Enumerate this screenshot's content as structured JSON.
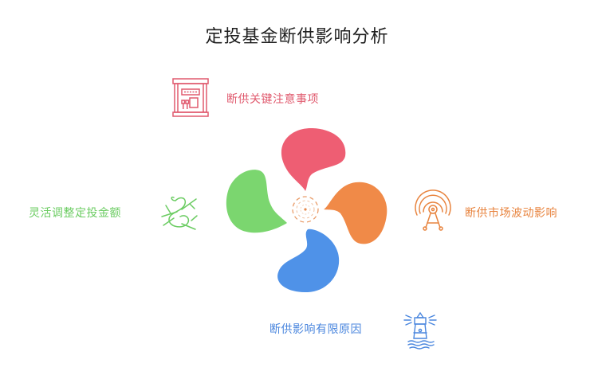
{
  "title": "定投基金断供影响分析",
  "center": {
    "icon": "dashed-target-icon",
    "color": "#e58a4d"
  },
  "items": [
    {
      "label": "断供关键注意事项",
      "icon": "building-icon",
      "color": "#e05a6e",
      "petal_color": "#ee5e73",
      "position": "top"
    },
    {
      "label": "断供市场波动影响",
      "icon": "broadcast-tower-icon",
      "color": "#e8843f",
      "petal_color": "#f08a48",
      "position": "right"
    },
    {
      "label": "断供影响有限原因",
      "icon": "lighthouse-icon",
      "color": "#4a86de",
      "petal_color": "#4f92e8",
      "position": "bottom"
    },
    {
      "label": "灵活调整定投金额",
      "icon": "snake-branch-icon",
      "color": "#6bcc62",
      "petal_color": "#7bd66f",
      "position": "left"
    }
  ]
}
